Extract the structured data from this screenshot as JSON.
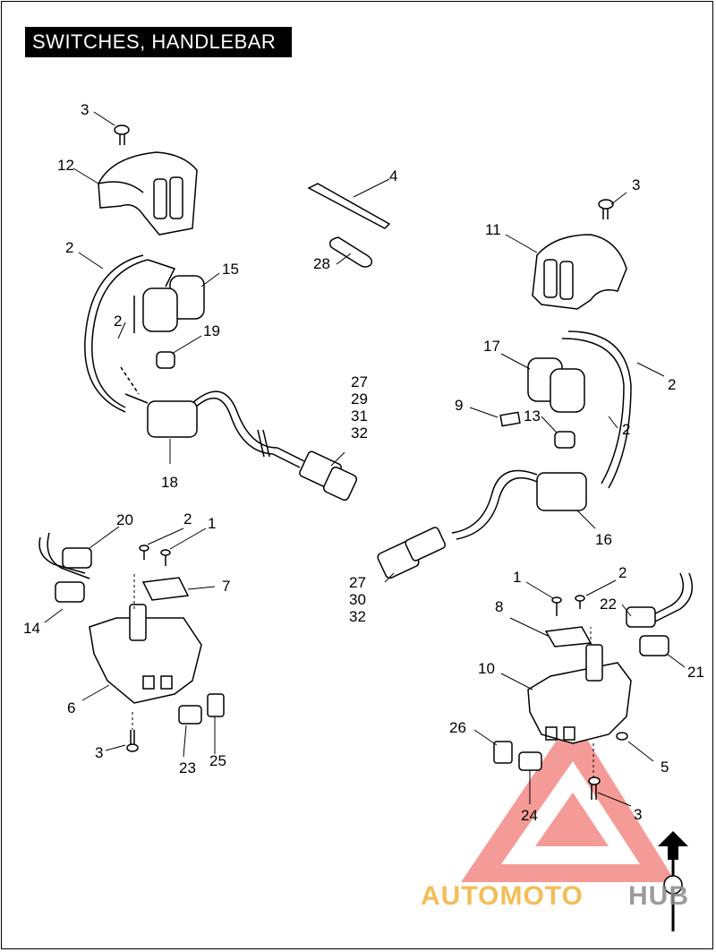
{
  "title": "SWITCHES, HANDLEBAR",
  "callouts": {
    "c1a": "1",
    "c1b": "1",
    "c2a": "2",
    "c2b": "2",
    "c2c": "2",
    "c2d": "2",
    "c2e": "2",
    "c2f": "2",
    "c3a": "3",
    "c3b": "3",
    "c3c": "3",
    "c3d": "3",
    "c4": "4",
    "c5": "5",
    "c6": "6",
    "c7": "7",
    "c8": "8",
    "c9": "9",
    "c10": "10",
    "c11": "11",
    "c12": "12",
    "c13": "13",
    "c14": "14",
    "c15": "15",
    "c16": "16",
    "c17": "17",
    "c18": "18",
    "c19": "19",
    "c20": "20",
    "c21": "21",
    "c22": "22",
    "c23": "23",
    "c24": "24",
    "c25": "25",
    "c26": "26",
    "c28": "28",
    "stackA": [
      "27",
      "29",
      "31",
      "32"
    ],
    "stackB": [
      "27",
      "30",
      "32"
    ]
  },
  "watermark": {
    "part1": "AUTOMOTO",
    "part2": "HUB",
    "color_red": "#e8413a",
    "color_yellow": "#f3b23a",
    "color_grey": "#8a8a8a"
  }
}
